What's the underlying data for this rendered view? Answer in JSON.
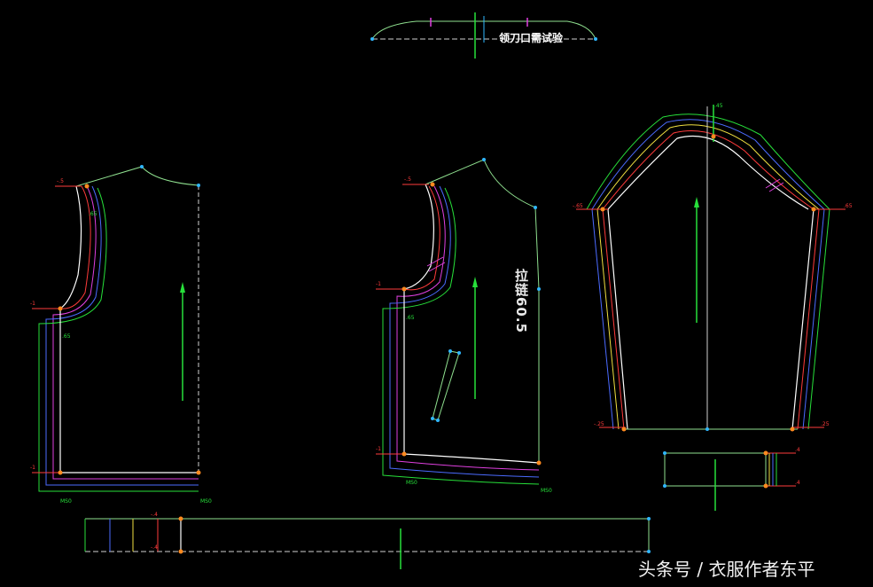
{
  "drawing": {
    "collar_label": "领刀口需试验",
    "zipper_label": "拉链60.5",
    "watermark": "头条号 / 衣服作者东平"
  },
  "marks": {
    "back_shoulder": "-.5",
    "back_armhole": ".65",
    "back_side_top": "-1",
    "back_side_mid": ".65",
    "back_hem": "-1",
    "back_hem_left": "MS0",
    "back_hem_right": "MS0",
    "front_shoulder": "-.5",
    "front_side_top": "-1",
    "front_side_mid": ".65",
    "front_hem": "-1",
    "front_hem_left": "MS0",
    "front_hem_right": "MS0",
    "sleeve_top": ".45",
    "sleeve_left": "-.65",
    "sleeve_right": ".65",
    "sleeve_bottom_left": "-.25",
    "sleeve_bottom_right": ".25",
    "cuff_top": ".4",
    "cuff_bottom": ".4",
    "band_left_top": "-.4",
    "band_left_bottom": "-.4"
  },
  "colors": {
    "background": "#000000",
    "outline": "#ffffff",
    "grain": "#27e03a",
    "seam_red": "#ff3b3b",
    "seam_blue": "#4b6bff",
    "seam_yellow": "#f0e040",
    "seam_green": "#27e03a",
    "seam_magenta": "#e040e0",
    "point_orange": "#ff8a1f",
    "point_cyan": "#2fb7ff",
    "dash": "#cfcfcf"
  }
}
